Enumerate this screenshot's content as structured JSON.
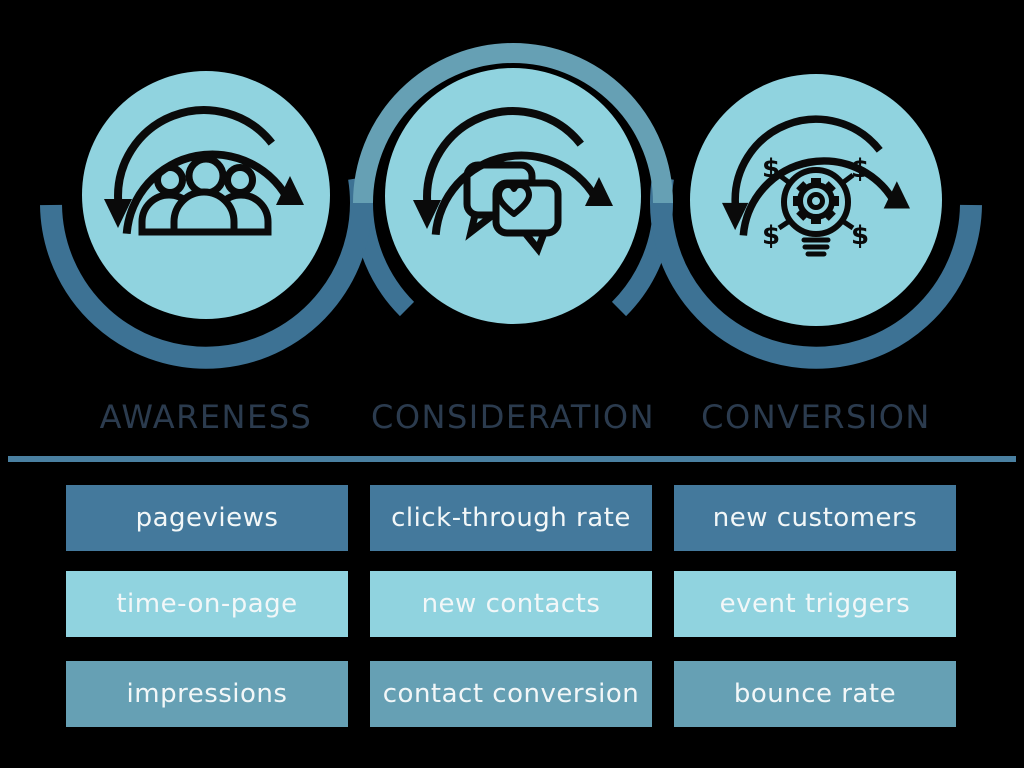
{
  "stages": [
    {
      "label": "AWARENESS",
      "icon": "audience-people-cycle-icon",
      "metrics": [
        "pageviews",
        "time-on-page",
        "impressions"
      ]
    },
    {
      "label": "CONSIDERATION",
      "icon": "chat-bubbles-heart-cycle-icon",
      "metrics": [
        "click-through rate",
        "new contacts",
        "contact conversion"
      ]
    },
    {
      "label": "CONVERSION",
      "icon": "money-idea-gear-cycle-icon",
      "metrics": [
        "new customers",
        "event triggers",
        "bounce rate"
      ]
    }
  ],
  "icons": {
    "dollar_sign": "$"
  },
  "colors": {
    "bg": "#000000",
    "circleFill": "#90d3df",
    "darkArc": "#3d7294",
    "mediumBlue": "#66a0b4",
    "row1Box": "#44799c",
    "row2Box": "#90d3df",
    "divider": "#4a80a1",
    "heading": "#2b3b4e",
    "boxText": "#f2f7f8",
    "icon": "#0a0a0a"
  }
}
